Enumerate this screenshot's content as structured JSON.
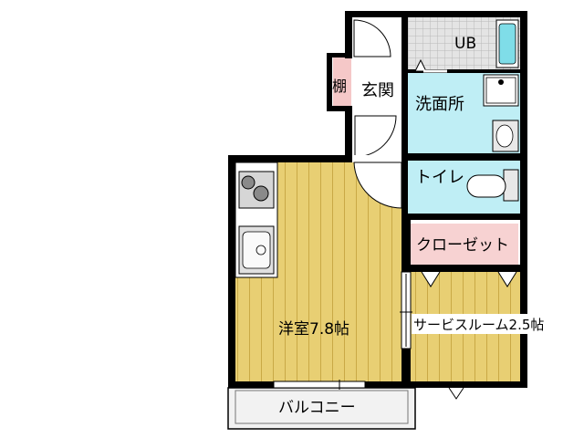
{
  "rooms": {
    "ub": "UB",
    "entrance": "玄関",
    "shelf": "棚",
    "washroom": "洗面所",
    "toilet": "トイレ",
    "closet": "クローゼット",
    "western_room": "洋室7.8帖",
    "service_room": "サービスルーム2.5帖",
    "balcony": "バルコニー"
  },
  "colors": {
    "wall": "#000000",
    "flooring": "#e8cf73",
    "flooring_line": "#c9a946",
    "wet_area": "#bfeef5",
    "closet": "#f7d2d2",
    "shelf": "#f5c8c8",
    "bath_tile": "#dddddd",
    "bathtub": "#7fdde8",
    "fixture_gray": "#d6d6d6"
  }
}
